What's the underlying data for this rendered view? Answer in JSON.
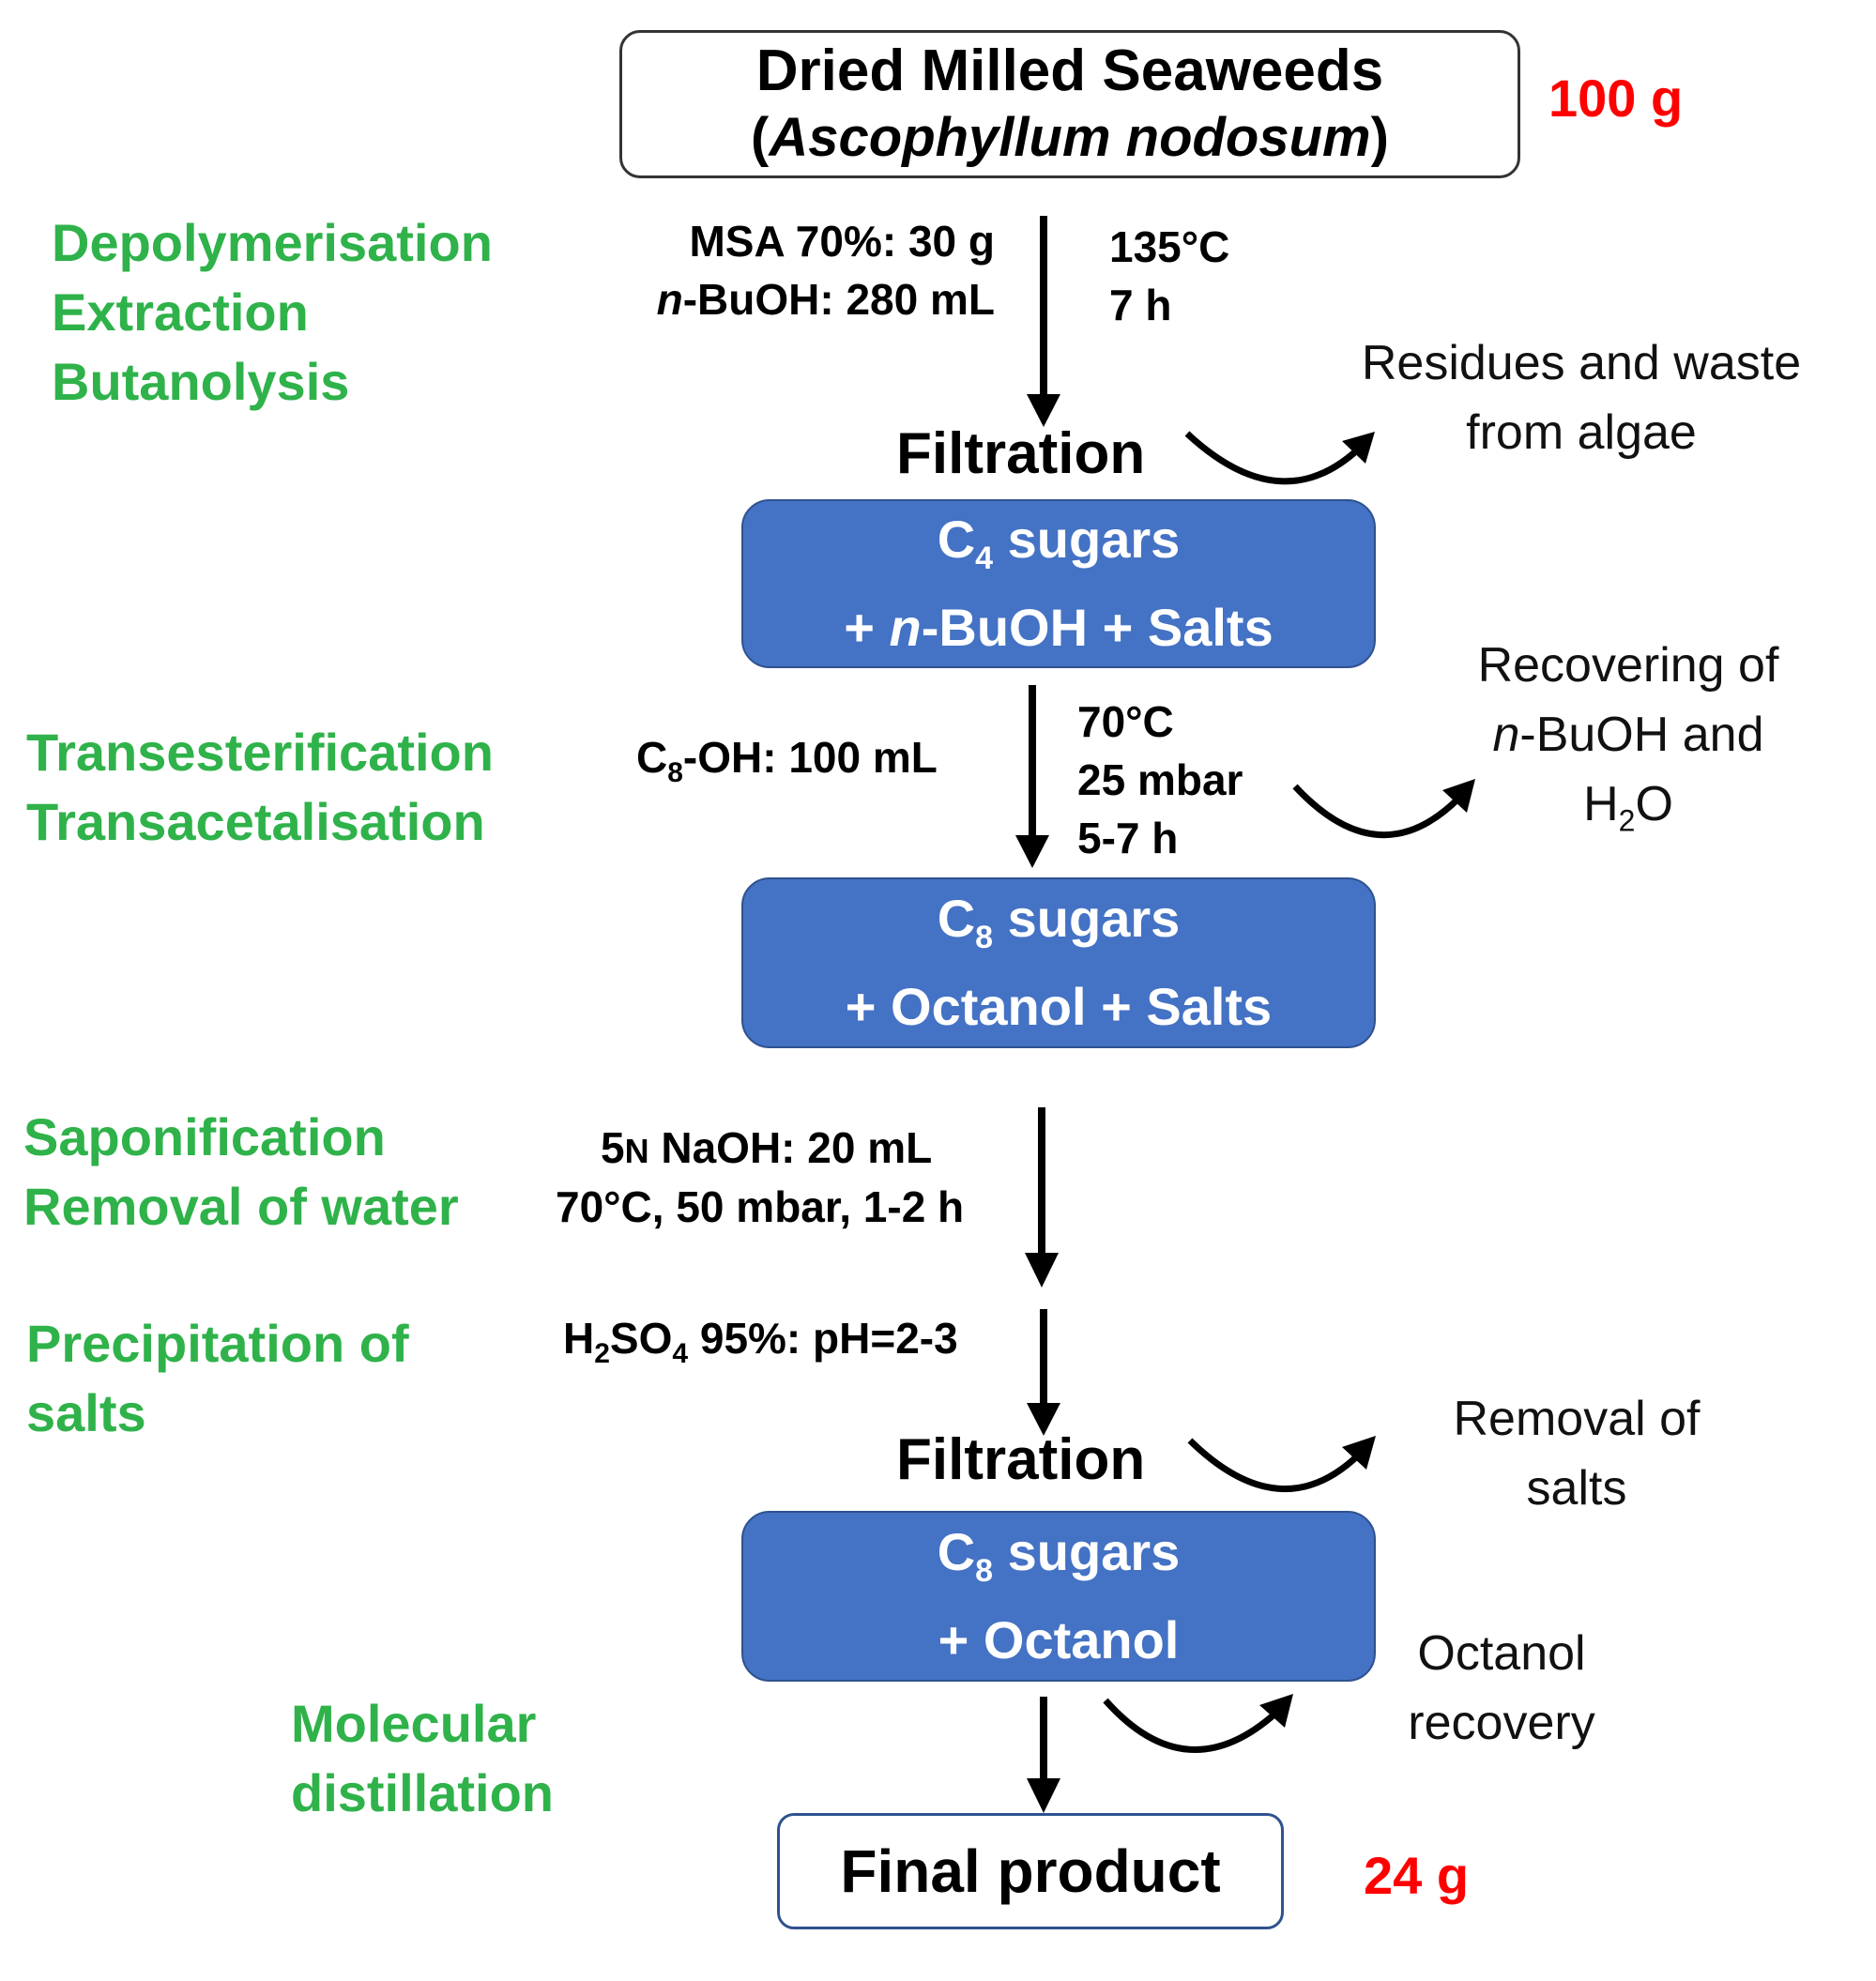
{
  "start_box": {
    "line1": "Dried Milled Seaweeds",
    "line2_open": "(",
    "line2_species": "Ascophyllum nodosum",
    "line2_close": ")"
  },
  "start_mass": "100 g",
  "stage1": {
    "steps": [
      "Depolymerisation",
      "Extraction",
      "Butanolysis"
    ],
    "reagent1": "MSA 70%: 30 g",
    "reagent2_italic": "n",
    "reagent2_rest": "-BuOH: 280 mL",
    "temp": "135°C",
    "time": "7 h"
  },
  "filtration1": {
    "label": "Filtration",
    "waste_line1": "Residues and waste",
    "waste_line2": "from algae"
  },
  "box1": {
    "c": "C",
    "sub": "4",
    "rest": " sugars",
    "l2_plus": "+ ",
    "l2_italic": "n",
    "l2_rest": "-BuOH + Salts"
  },
  "stage2": {
    "steps": [
      "Transesterification",
      "Transacetalisation"
    ],
    "reagent_c": "C",
    "reagent_sub": "8",
    "reagent_rest": "-OH: 100 mL",
    "temp": "70°C",
    "pressure": "25 mbar",
    "time": "5-7 h",
    "recover_line1": "Recovering of",
    "recover_italic": "n",
    "recover_line2_rest": "-BuOH and",
    "recover_h": "H",
    "recover_sub": "2",
    "recover_o": "O"
  },
  "box2": {
    "c": "C",
    "sub": "8",
    "rest": " sugars",
    "line2": "+ Octanol + Salts"
  },
  "stage3": {
    "steps": [
      "Saponification",
      "Removal of water"
    ],
    "reagent_num": "5",
    "reagent_n": "N",
    "reagent_rest": " NaOH: 20 mL",
    "conditions": "70°C, 50 mbar, 1-2 h"
  },
  "stage4": {
    "steps": [
      "Precipitation of",
      "salts"
    ],
    "acid_h": "H",
    "acid_sub2": "2",
    "acid_so": "SO",
    "acid_sub4": "4",
    "acid_rest": " 95%: pH=2-3"
  },
  "filtration2": {
    "label": "Filtration",
    "waste_line1": "Removal of",
    "waste_line2": "salts"
  },
  "box3": {
    "c": "C",
    "sub": "8",
    "rest": " sugars",
    "line2": "+ Octanol"
  },
  "stage5": {
    "steps": [
      "Molecular",
      "distillation"
    ],
    "recover_line1": "Octanol",
    "recover_line2": "recovery"
  },
  "final_box": {
    "label": "Final product"
  },
  "final_mass": "24 g",
  "colors": {
    "step_green": "#2fb24a",
    "box_blue": "#4472c4",
    "mass_red": "#ff0000"
  }
}
